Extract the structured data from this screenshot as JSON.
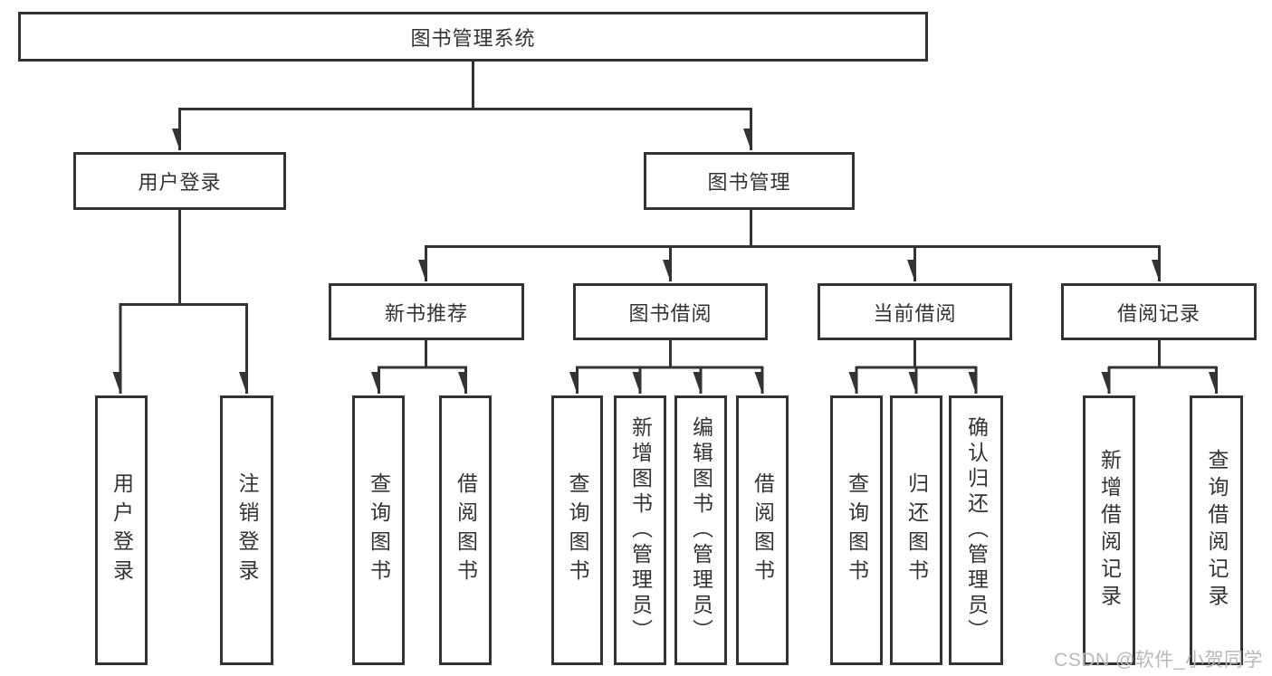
{
  "title": "图书管理系统",
  "nodes": {
    "root": "图书管理系统",
    "level2": [
      "用户登录",
      "图书管理"
    ],
    "level3": [
      "新书推荐",
      "图书借阅",
      "当前借阅",
      "借阅记录"
    ],
    "leaves": {
      "user_login": [
        "用户登录",
        "注销登录"
      ],
      "new_books": [
        "查询图书",
        "借阅图书"
      ],
      "borrowing": [
        "查询图书",
        "新增图书（管理员）",
        "编辑图书（管理员）",
        "借阅图书"
      ],
      "current": [
        "查询图书",
        "归还图书",
        "确认归还（管理员）"
      ],
      "records": [
        "新增借阅记录",
        "查询借阅记录"
      ]
    }
  },
  "watermark": "CSDN @软件_小贺同学",
  "colors": {
    "line": "#333333",
    "text": "#333333",
    "watermark": "#b9b9b9",
    "background": "#ffffff"
  }
}
